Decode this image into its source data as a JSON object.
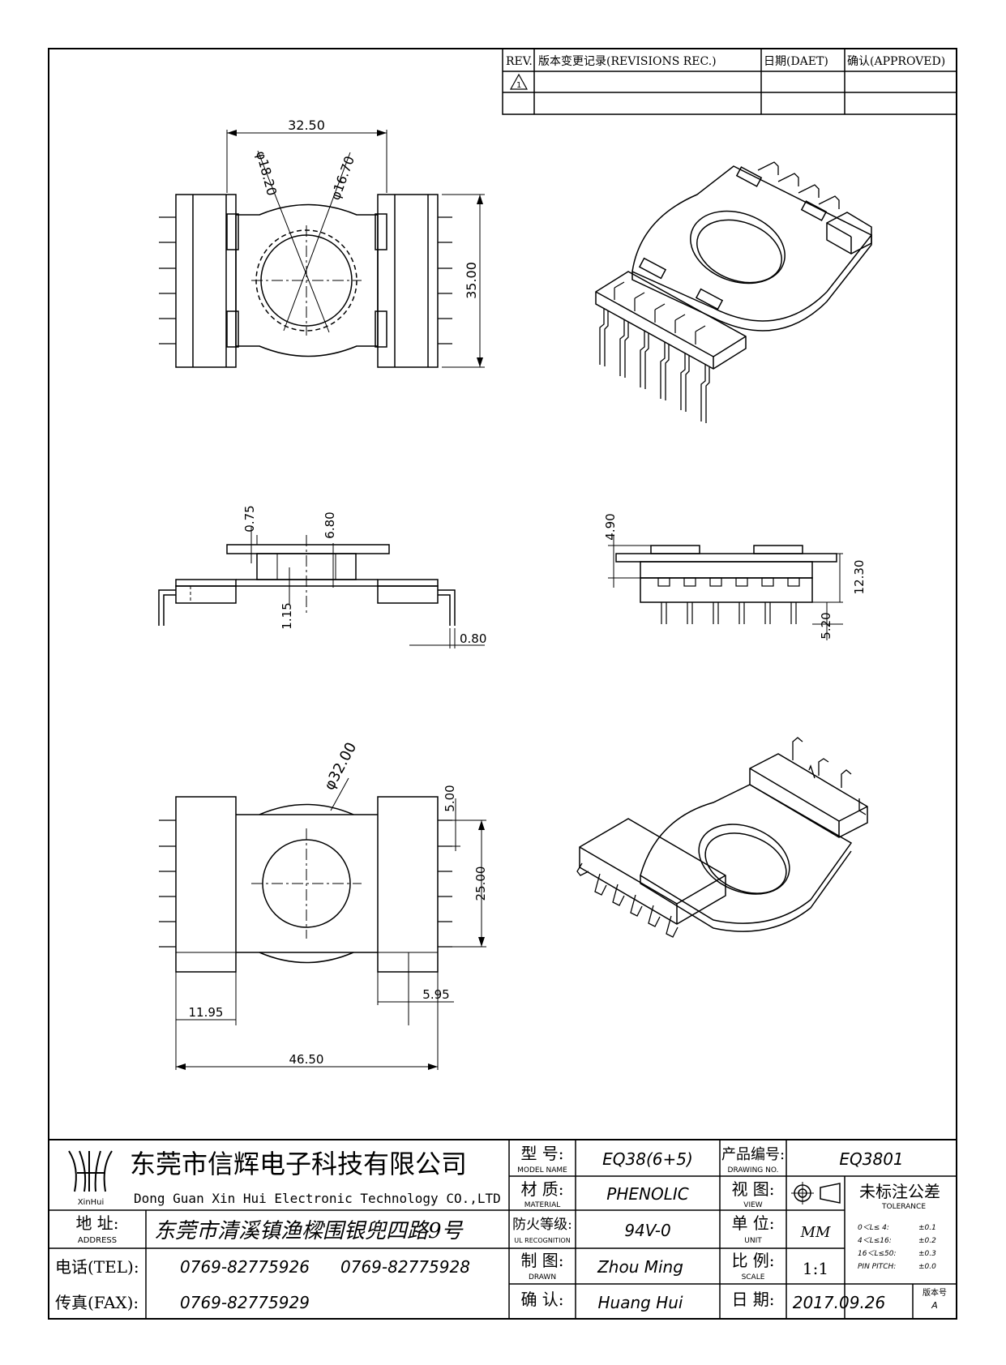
{
  "revisions": {
    "headers": [
      "REV.",
      "版本变更记录(REVISIONS REC.)",
      "日期(DAET)",
      "确认(APPROVED)"
    ],
    "rows": [
      {
        "rev": "1",
        "record": "",
        "date": "",
        "approved": ""
      },
      {
        "rev": "",
        "record": "",
        "date": "",
        "approved": ""
      }
    ]
  },
  "dimensions": {
    "top_view": {
      "width": "32.50",
      "dia_outer": "φ18.20",
      "dia_inner": "φ16.70",
      "height": "35.00"
    },
    "front_view": {
      "d1": "0.75",
      "d2": "6.80",
      "d3": "1.15",
      "d4": "0.80"
    },
    "side_view": {
      "d1": "4.90",
      "d2": "12.30",
      "d3": "5.20"
    },
    "bottom_view": {
      "dia": "φ32.00",
      "d1": "5.00",
      "d2": "25.00",
      "d3": "11.95",
      "d4": "5.95",
      "d5": "46.50"
    }
  },
  "title_block": {
    "logo_text": "XinHui",
    "company_cn": "东莞市信辉电子科技有限公司",
    "company_en": "Dong Guan Xin Hui Electronic Technology CO.,LTD",
    "address_label_cn": "地  址:",
    "address_label_en": "ADDRESS",
    "address": "东莞市清溪镇渔樑围银兜四路9号",
    "tel_label": "电话(TEL):",
    "tel1": "0769-82775926",
    "tel2": "0769-82775928",
    "fax_label": "传真(FAX):",
    "fax": "0769-82775929",
    "model_label_cn": "型  号:",
    "model_label_en": "MODEL NAME",
    "model": "EQ38(6+5)",
    "material_label_cn": "材  质:",
    "material_label_en": "MATERIAL",
    "material": "PHENOLIC",
    "ul_label_cn": "防火等级:",
    "ul_label_en": "UL RECOGNITION",
    "ul": "94V-0",
    "drawn_label_cn": "制  图:",
    "drawn_label_en": "DRAWN",
    "drawn": "Zhou Ming",
    "confirm_label_cn": "确  认:",
    "confirm": "Huang Hui",
    "drawing_no_label_cn": "产品编号:",
    "drawing_no_label_en": "DRAWING NO.",
    "drawing_no": "EQ3801",
    "view_label_cn": "视  图:",
    "view_label_en": "VIEW",
    "unit_label_cn": "单  位:",
    "unit_label_en": "UNIT",
    "unit": "MM",
    "scale_label_cn": "比  例:",
    "scale_label_en": "SCALE",
    "scale": "1:1",
    "date_label_cn": "日  期:",
    "date": "2017.09.26",
    "tolerance_title_cn": "未标注公差",
    "tolerance_title_en": "TOLERANCE",
    "tolerances": [
      {
        "range": "0＜L≤ 4:",
        "value": "±0.1"
      },
      {
        "range": "4＜L≤16:",
        "value": "±0.2"
      },
      {
        "range": "16＜L≤50:",
        "value": "±0.3"
      },
      {
        "range": "PIN PITCH:",
        "value": "±0.0"
      }
    ],
    "version_label": "版本号",
    "version": "A"
  }
}
